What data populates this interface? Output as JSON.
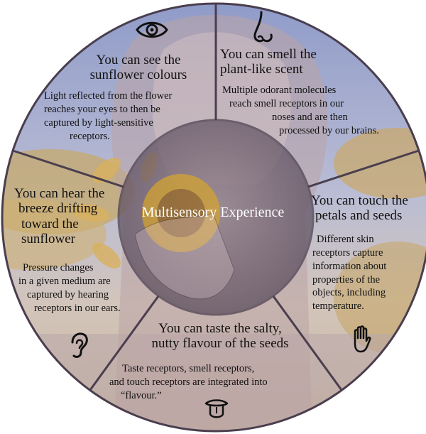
{
  "center": {
    "label": "Multisensory Experience"
  },
  "senses": {
    "sight": {
      "icon": "eye-icon",
      "title": [
        "You can see the",
        "sunflower colours"
      ],
      "body": [
        "Light reflected from the flower",
        "reaches your eyes to then be",
        "captured by light-sensitive",
        "receptors."
      ]
    },
    "smell": {
      "icon": "nose-icon",
      "title": [
        "You can smell the",
        "plant-like scent"
      ],
      "body": [
        "Multiple odorant molecules",
        "reach smell receptors in our",
        "noses and are then",
        "processed by our brains."
      ]
    },
    "touch": {
      "icon": "hand-icon",
      "title": [
        "You can touch the",
        "petals and seeds"
      ],
      "body": [
        "Different skin",
        "receptors capture",
        "information about",
        "properties of the",
        "objects, including",
        "temperature."
      ]
    },
    "taste": {
      "icon": "tongue-icon",
      "title": [
        "You can taste the salty,",
        "nutty flavour of the seeds"
      ],
      "body": [
        "Taste receptors, smell receptors,",
        "and touch receptors are integrated into",
        "“flavour.”"
      ]
    },
    "hearing": {
      "icon": "ear-icon",
      "title": [
        "You can hear the",
        "breeze drifting",
        "toward the",
        "sunflower"
      ],
      "body": [
        "Pressure changes",
        "in a given medium are",
        "captured by hearing",
        "receptors in our ears."
      ]
    }
  }
}
